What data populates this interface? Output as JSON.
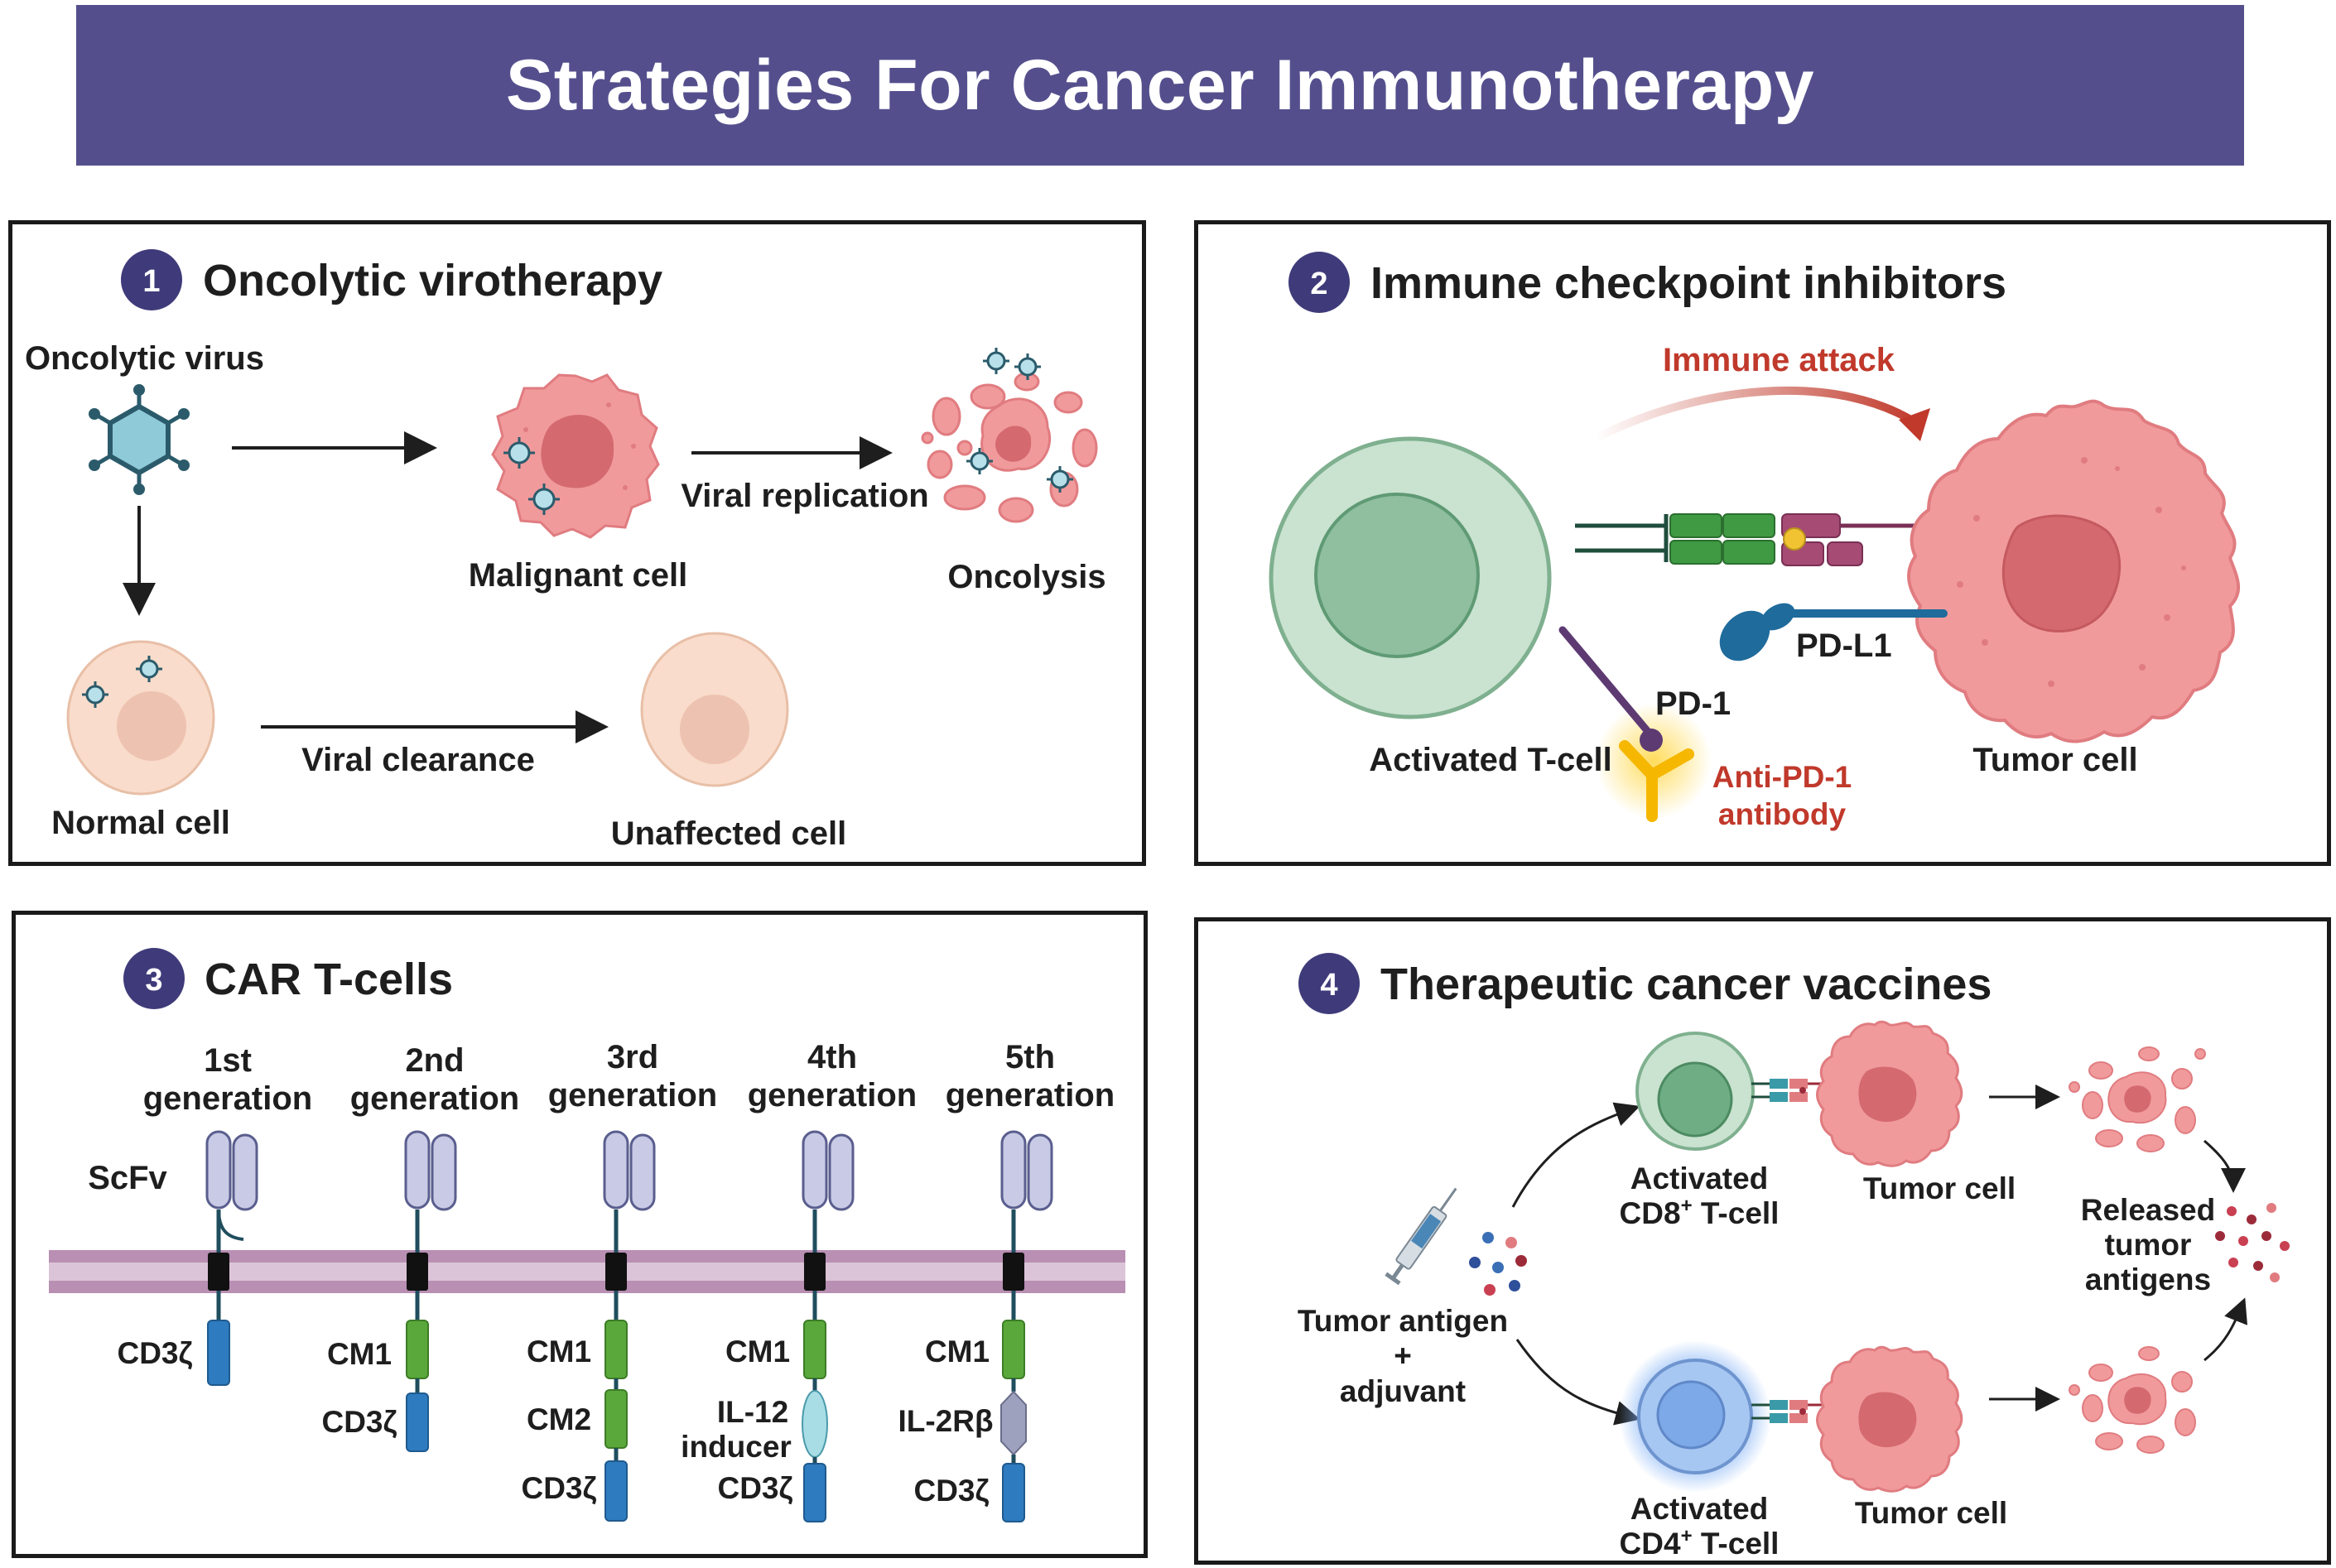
{
  "title": "Strategies For Cancer Immunotherapy",
  "colors": {
    "banner": "#544f8c",
    "tumor": "#f19a9c",
    "tumor_nucleus": "#d46a70",
    "tcell": "#c9e3d0",
    "red_label": "#c0392b"
  },
  "panel1": {
    "number": "1",
    "title": "Oncolytic virotherapy",
    "oncolytic_virus": "Oncolytic virus",
    "malignant_cell": "Malignant cell",
    "viral_replication": "Viral replication",
    "oncolysis": "Oncolysis",
    "normal_cell": "Normal cell",
    "viral_clearance": "Viral clearance",
    "unaffected_cell": "Unaffected cell"
  },
  "panel2": {
    "number": "2",
    "title": "Immune checkpoint inhibitors",
    "immune_attack": "Immune attack",
    "pd_l1": "PD-L1",
    "pd_1": "PD-1",
    "activated_tcell": "Activated T-cell",
    "tumor_cell": "Tumor cell",
    "antibody_line1": "Anti-PD-1",
    "antibody_line2": "antibody"
  },
  "panel3": {
    "number": "3",
    "title": "CAR T-cells",
    "scfv": "ScFv",
    "generations": [
      {
        "line1": "1st",
        "line2": "generation",
        "domains": [
          "CD3ζ"
        ]
      },
      {
        "line1": "2nd",
        "line2": "generation",
        "domains": [
          "CM1",
          "CD3ζ"
        ]
      },
      {
        "line1": "3rd",
        "line2": "generation",
        "domains": [
          "CM1",
          "CM2",
          "CD3ζ"
        ]
      },
      {
        "line1": "4th",
        "line2": "generation",
        "domains": [
          "CM1",
          "IL-12 inducer",
          "CD3ζ"
        ],
        "inducer_line1": "IL-12",
        "inducer_line2": "inducer"
      },
      {
        "line1": "5th",
        "line2": "generation",
        "domains": [
          "CM1",
          "IL-2Rβ",
          "CD3ζ"
        ]
      }
    ]
  },
  "panel4": {
    "number": "4",
    "title": "Therapeutic cancer vaccines",
    "antigen_line1": "Tumor antigen",
    "antigen_line2": "+",
    "antigen_line3": "adjuvant",
    "cd8_line1": "Activated",
    "cd8_line2": "CD8",
    "cd8_sup": "+",
    "cd8_line3": " T-cell",
    "cd4_line1": "Activated",
    "cd4_line2": "CD4",
    "cd4_sup": "+",
    "cd4_line3": " T-cell",
    "tumor_cell_top": "Tumor cell",
    "tumor_cell_bottom": "Tumor cell",
    "released_line1": "Released",
    "released_line2": "tumor",
    "released_line3": "antigens"
  }
}
